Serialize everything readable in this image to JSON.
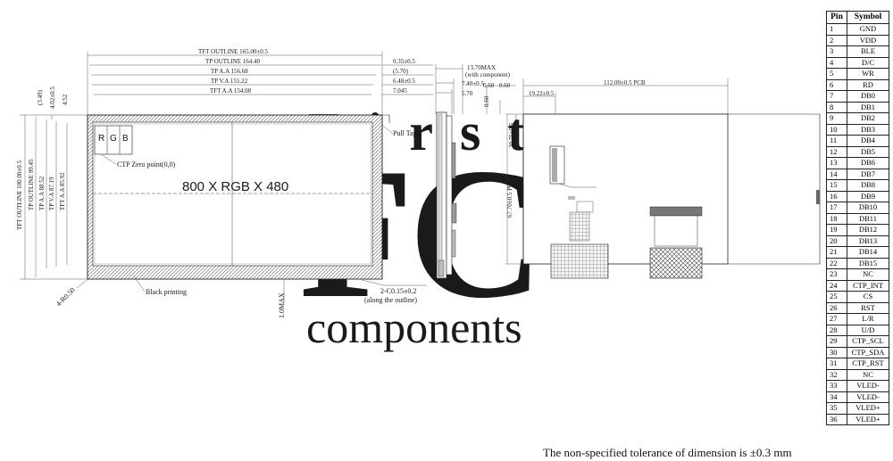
{
  "watermark": {
    "brand": "FC",
    "word_top": "First",
    "word_bottom": "components"
  },
  "front_view": {
    "dims_top": [
      "TFT OUTLINE 165.00±0.5",
      "TP OUTLINE 164.40",
      "TP A.A 156.68",
      "TP V.A 155.22",
      "TFT A.A 154.08"
    ],
    "dims_right": [
      "0.35±0.5",
      "(5.70)",
      "6.48±0.5",
      "7.045"
    ],
    "dims_left": [
      "TFT OUTLINE 100.00±0.5",
      "TP OUTLINE 99.45",
      "TP A.A 88.52",
      "TP V.A 87.19",
      "TFT A.A 85.92"
    ],
    "dims_small_left": [
      "(3.49)",
      "4.02±0.5",
      "4.52"
    ],
    "resolution": "800 X RGB X 480",
    "rgb": [
      "R",
      "G",
      "B"
    ],
    "ctp_zero": "CTP Zero point(0,0)",
    "pull_tape": "Pull Tape",
    "black_printing": "Black printing",
    "corner_radius": "4-R0.50",
    "thickness": "1.0MAX",
    "chamfer": "2-C0.15±0.2",
    "chamfer_note": "(along the outline)"
  },
  "side_view": {
    "total": "13.70MAX",
    "total_note": "(with component)",
    "d1": "7.40±0.5",
    "d2": "5.70"
  },
  "back_view": {
    "d_060a": "0.60",
    "d_060b": "0.60",
    "d_060c": "0.60",
    "pcb_width": "112.00±0.5 PCB",
    "d_1922": "19.22±0.5",
    "d_2075": "20.75±0.5",
    "pcb_height": "67.70±0.5 PCB"
  },
  "pin_table": {
    "headers": [
      "Pin",
      "Symbol"
    ],
    "rows": [
      [
        "1",
        "GND"
      ],
      [
        "2",
        "VDD"
      ],
      [
        "3",
        "BLE"
      ],
      [
        "4",
        "D/C"
      ],
      [
        "5",
        "WR"
      ],
      [
        "6",
        "RD"
      ],
      [
        "7",
        "DB0"
      ],
      [
        "8",
        "DB1"
      ],
      [
        "9",
        "DB2"
      ],
      [
        "10",
        "DB3"
      ],
      [
        "11",
        "DB4"
      ],
      [
        "12",
        "DB5"
      ],
      [
        "13",
        "DB6"
      ],
      [
        "14",
        "DB7"
      ],
      [
        "15",
        "DB8"
      ],
      [
        "16",
        "DB9"
      ],
      [
        "17",
        "DB10"
      ],
      [
        "18",
        "DB11"
      ],
      [
        "19",
        "DB12"
      ],
      [
        "20",
        "DB13"
      ],
      [
        "21",
        "DB14"
      ],
      [
        "22",
        "DB15"
      ],
      [
        "23",
        "NC"
      ],
      [
        "24",
        "CTP_INT"
      ],
      [
        "25",
        "CS"
      ],
      [
        "26",
        "RST"
      ],
      [
        "27",
        "L/R"
      ],
      [
        "28",
        "U/D"
      ],
      [
        "29",
        "CTP_SCL"
      ],
      [
        "30",
        "CTP_SDA"
      ],
      [
        "31",
        "CTP_RST"
      ],
      [
        "32",
        "NC"
      ],
      [
        "33",
        "VLED-"
      ],
      [
        "34",
        "VLED-"
      ],
      [
        "35",
        "VLED+"
      ],
      [
        "36",
        "VLED+"
      ]
    ]
  },
  "tolerance_note": "The non-specified tolerance of dimension is ±0.3 mm"
}
